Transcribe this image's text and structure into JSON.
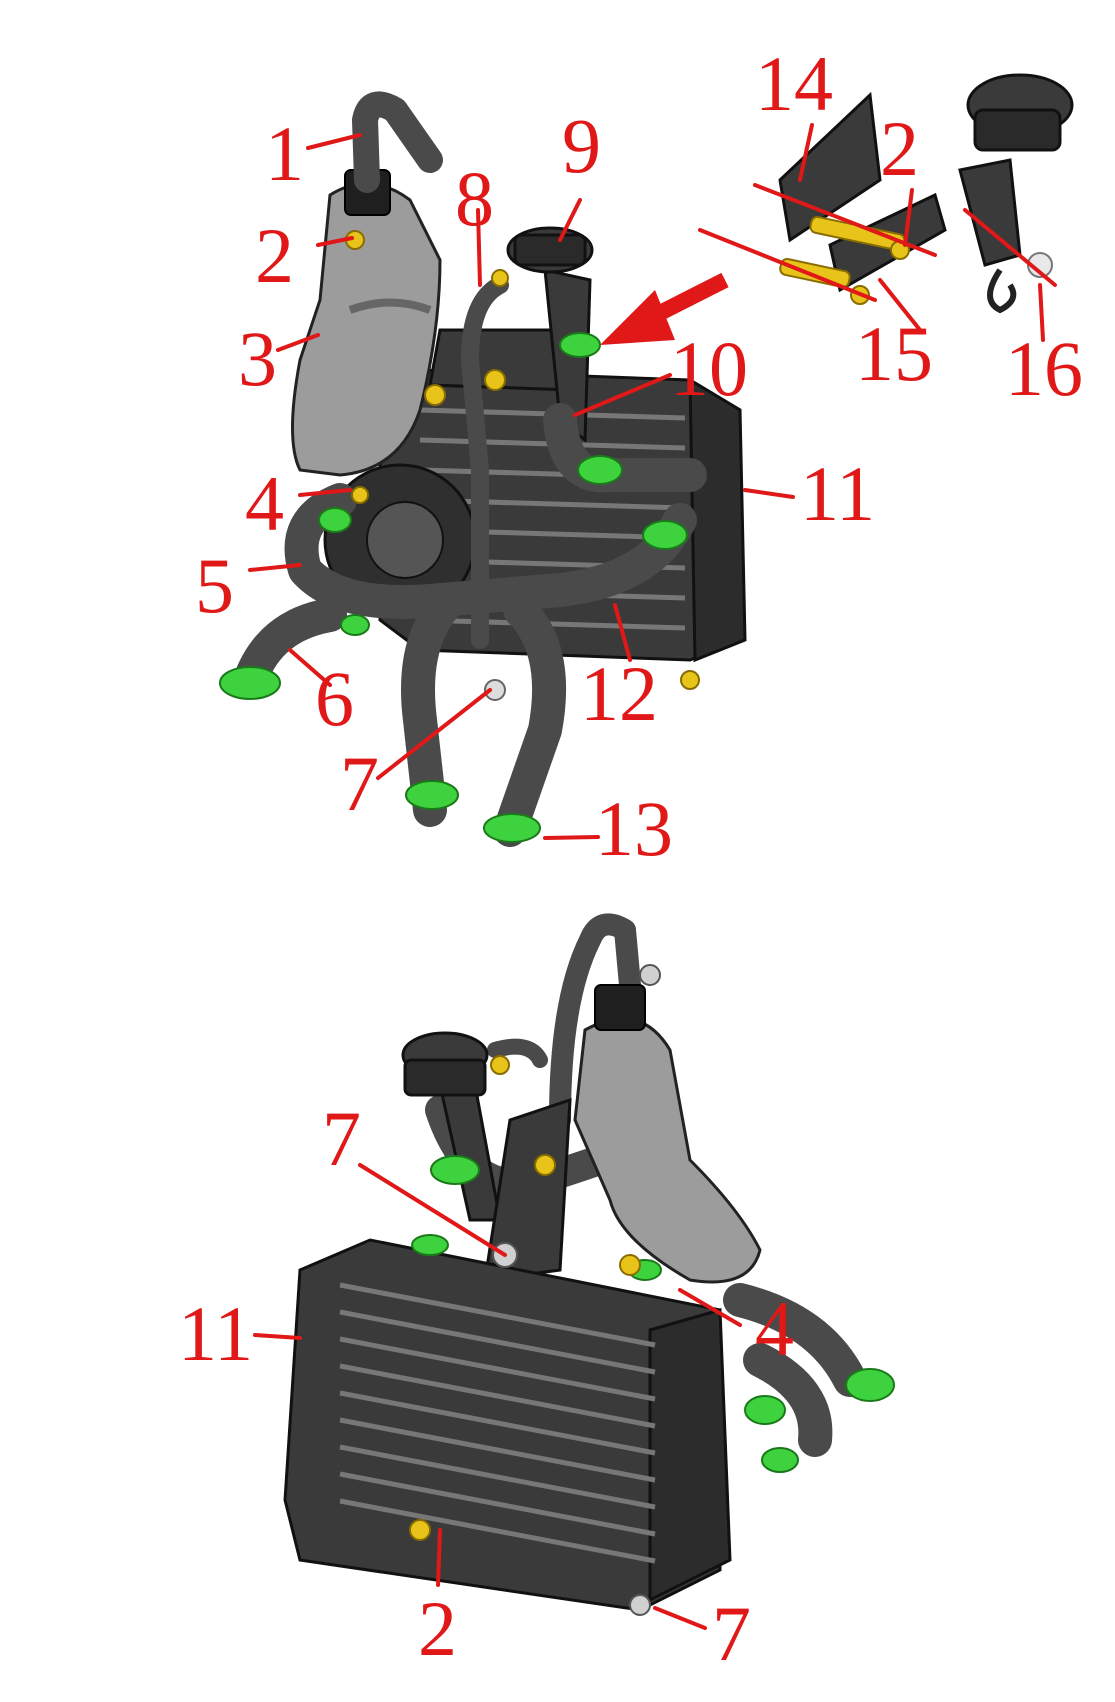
{
  "diagram": {
    "callouts_top": [
      "1",
      "2",
      "3",
      "4",
      "5",
      "6",
      "7",
      "8",
      "9",
      "10",
      "11",
      "12",
      "13",
      "14",
      "2",
      "15",
      "16"
    ],
    "callouts_bottom": [
      "7",
      "11",
      "2",
      "4",
      "7"
    ],
    "colors": {
      "callout": "#e01818",
      "clamp": "#3ed23e",
      "bolt": "#e8c41a",
      "radiator": "#3a3a3a",
      "tank": "#9c9c9c"
    }
  }
}
